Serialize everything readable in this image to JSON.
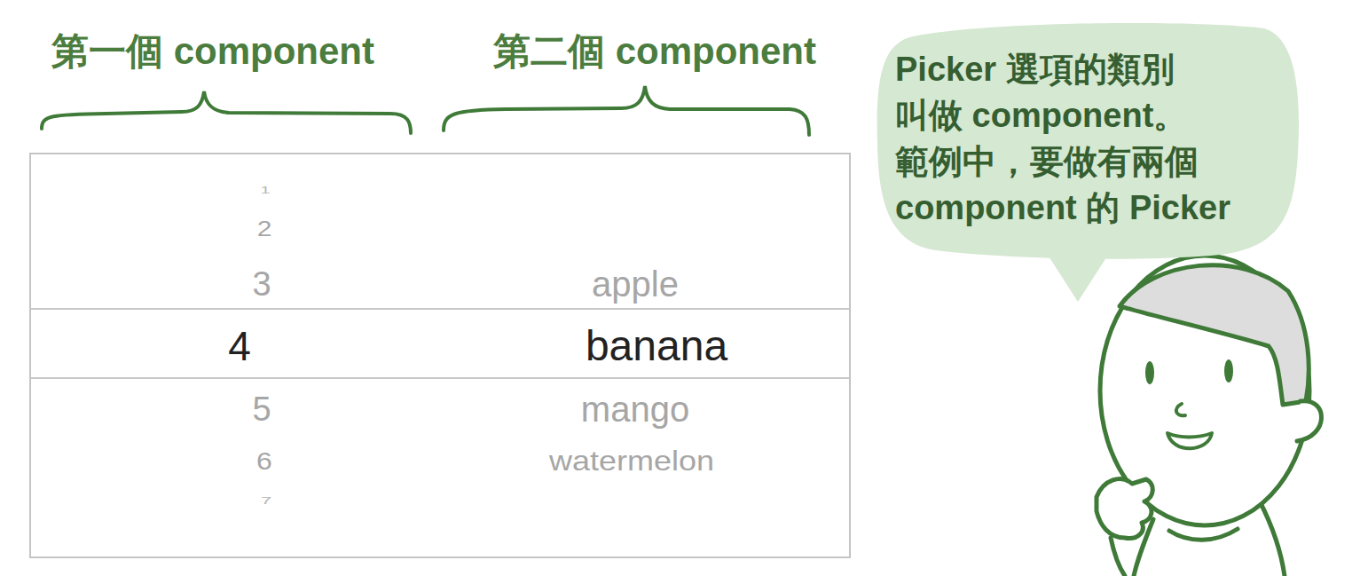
{
  "diagram": {
    "nodes": [
      {
        "text": [
          "1",
          "2",
          "3",
          "4",
          "5",
          "6",
          "7",
          "apple",
          "banana",
          "mango",
          "watermelon"
        ]
      },
      {
        "text": [
          "Picker 選項的類別 叫做 component。 範例中，要做有兩個 component 的 Picker"
        ]
      }
    ],
    "labels": [
      "第一個 component",
      "第二個 component"
    ]
  }
}
